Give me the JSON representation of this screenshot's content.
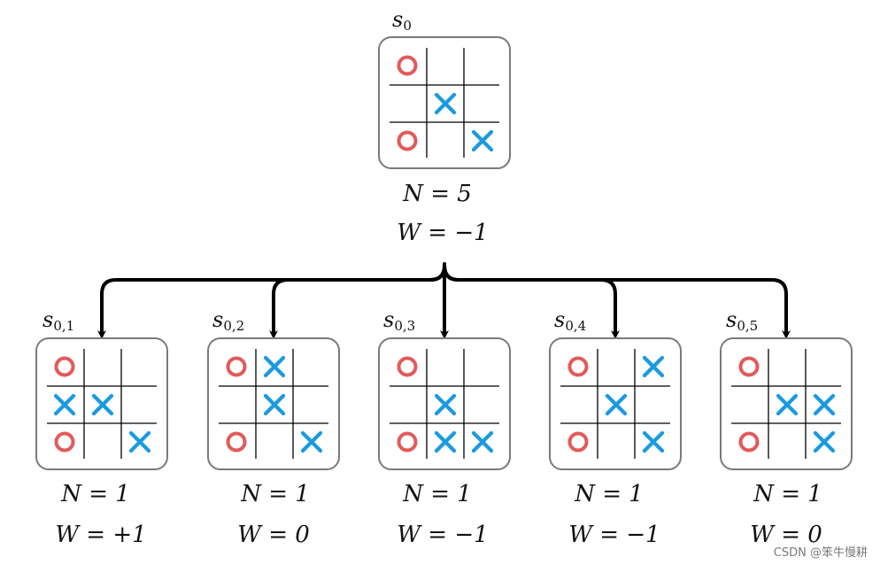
{
  "colors": {
    "o_mark": "#e25a5a",
    "x_mark": "#1a9ae0",
    "board_border": "#7a7a7a",
    "grid": "#000000",
    "arrow": "#000000"
  },
  "root": {
    "label_main": "s",
    "label_sub": "0",
    "board": [
      [
        "O",
        "",
        ""
      ],
      [
        "",
        "X",
        ""
      ],
      [
        "O",
        "",
        "X"
      ]
    ],
    "n_text": "N = 5",
    "w_text": "W = −1"
  },
  "children": [
    {
      "label_main": "s",
      "label_sub": "0,1",
      "board": [
        [
          "O",
          "",
          ""
        ],
        [
          "X",
          "X",
          ""
        ],
        [
          "O",
          "",
          "X"
        ]
      ],
      "n_text": "N = 1",
      "w_text": "W = +1"
    },
    {
      "label_main": "s",
      "label_sub": "0,2",
      "board": [
        [
          "O",
          "X",
          ""
        ],
        [
          "",
          "X",
          ""
        ],
        [
          "O",
          "",
          "X"
        ]
      ],
      "n_text": "N = 1",
      "w_text": "W = 0"
    },
    {
      "label_main": "s",
      "label_sub": "0,3",
      "board": [
        [
          "O",
          "",
          ""
        ],
        [
          "",
          "X",
          ""
        ],
        [
          "O",
          "X",
          "X"
        ]
      ],
      "n_text": "N = 1",
      "w_text": "W = −1"
    },
    {
      "label_main": "s",
      "label_sub": "0,4",
      "board": [
        [
          "O",
          "",
          "X"
        ],
        [
          "",
          "X",
          ""
        ],
        [
          "O",
          "",
          "X"
        ]
      ],
      "n_text": "N = 1",
      "w_text": "W = −1"
    },
    {
      "label_main": "s",
      "label_sub": "0,5",
      "board": [
        [
          "O",
          "",
          ""
        ],
        [
          "",
          "X",
          "X"
        ],
        [
          "O",
          "",
          "X"
        ]
      ],
      "n_text": "N = 1",
      "w_text": "W = 0"
    }
  ],
  "watermark": "CSDN @笨牛慢耕"
}
